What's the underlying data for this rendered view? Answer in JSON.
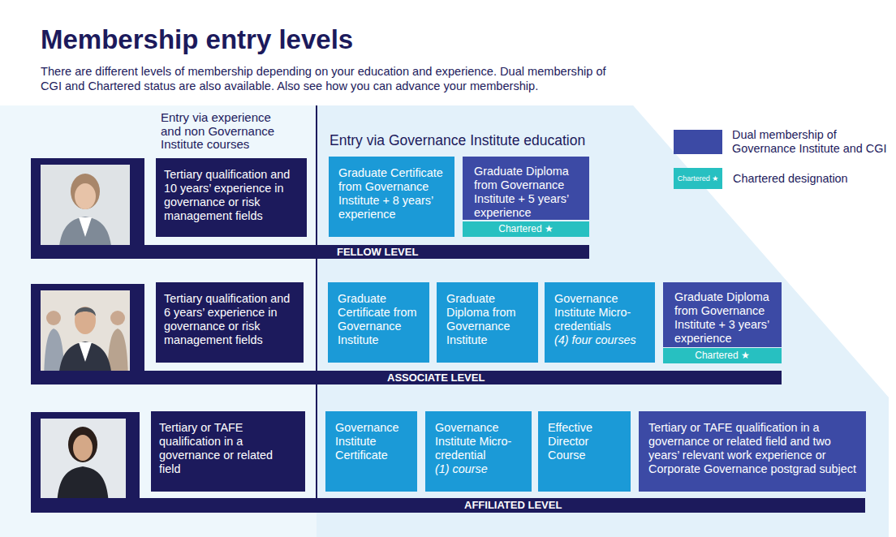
{
  "diagram": {
    "title": "Membership entry levels",
    "caption": "There are different levels of membership depending on your education and experience. Dual membership of CGI and Chartered status are also available. Also see how you can advance your membership.",
    "nodes": [
      {
        "text": [
          "Tertiary qualification and 10 years’ experience in governance or risk management fields"
        ]
      },
      {
        "text": [
          "Graduate Certificate from Governance Institute + 8 years’ experience"
        ]
      },
      {
        "text": [
          "Graduate Diploma from Governance Institute + 5 years’ experience"
        ]
      },
      {
        "text": [
          "Chartered ★"
        ],
        "in": 2
      },
      {
        "text": [
          "FELLOW LEVEL"
        ]
      },
      {
        "text": [
          "Tertiary qualification and 6 years’ experience in governance or risk management fields"
        ]
      },
      {
        "text": [
          "Graduate Certificate from Governance Institute"
        ]
      },
      {
        "text": [
          "Graduate Diploma from Governance Institute"
        ]
      },
      {
        "text": [
          "Governance Institute Micro-credentials",
          "(4) four courses"
        ]
      },
      {
        "text": [
          "Graduate Diploma from Governance Institute + 3 years’ experience"
        ]
      },
      {
        "text": [
          "Chartered ★"
        ],
        "in": 9
      },
      {
        "text": [
          "ASSOCIATE LEVEL"
        ]
      },
      {
        "text": [
          "Tertiary or TAFE qualification in a governance or related field"
        ]
      },
      {
        "text": [
          "Governance Institute Certificate"
        ]
      },
      {
        "text": [
          "Governance Institute Micro-credential",
          "(1) course"
        ]
      },
      {
        "text": [
          "Effective Director Course"
        ]
      },
      {
        "text": [
          "Tertiary or TAFE qualification in a governance or related field and two years’ relevant work experience or Corporate Governance postgrad subject"
        ]
      },
      {
        "text": [
          "AFFILIATED LEVEL"
        ]
      }
    ],
    "labels": [
      "Entry via experience and non Governance Institute courses",
      "Entry via Governance Institute education",
      "Chartered ★"
    ],
    "legend": [
      {
        "text": "Dual membership of Governance Institute and CGI",
        "color": "#3c4aa5"
      },
      {
        "text": "Chartered designation",
        "color": "#27c0c1"
      }
    ]
  }
}
